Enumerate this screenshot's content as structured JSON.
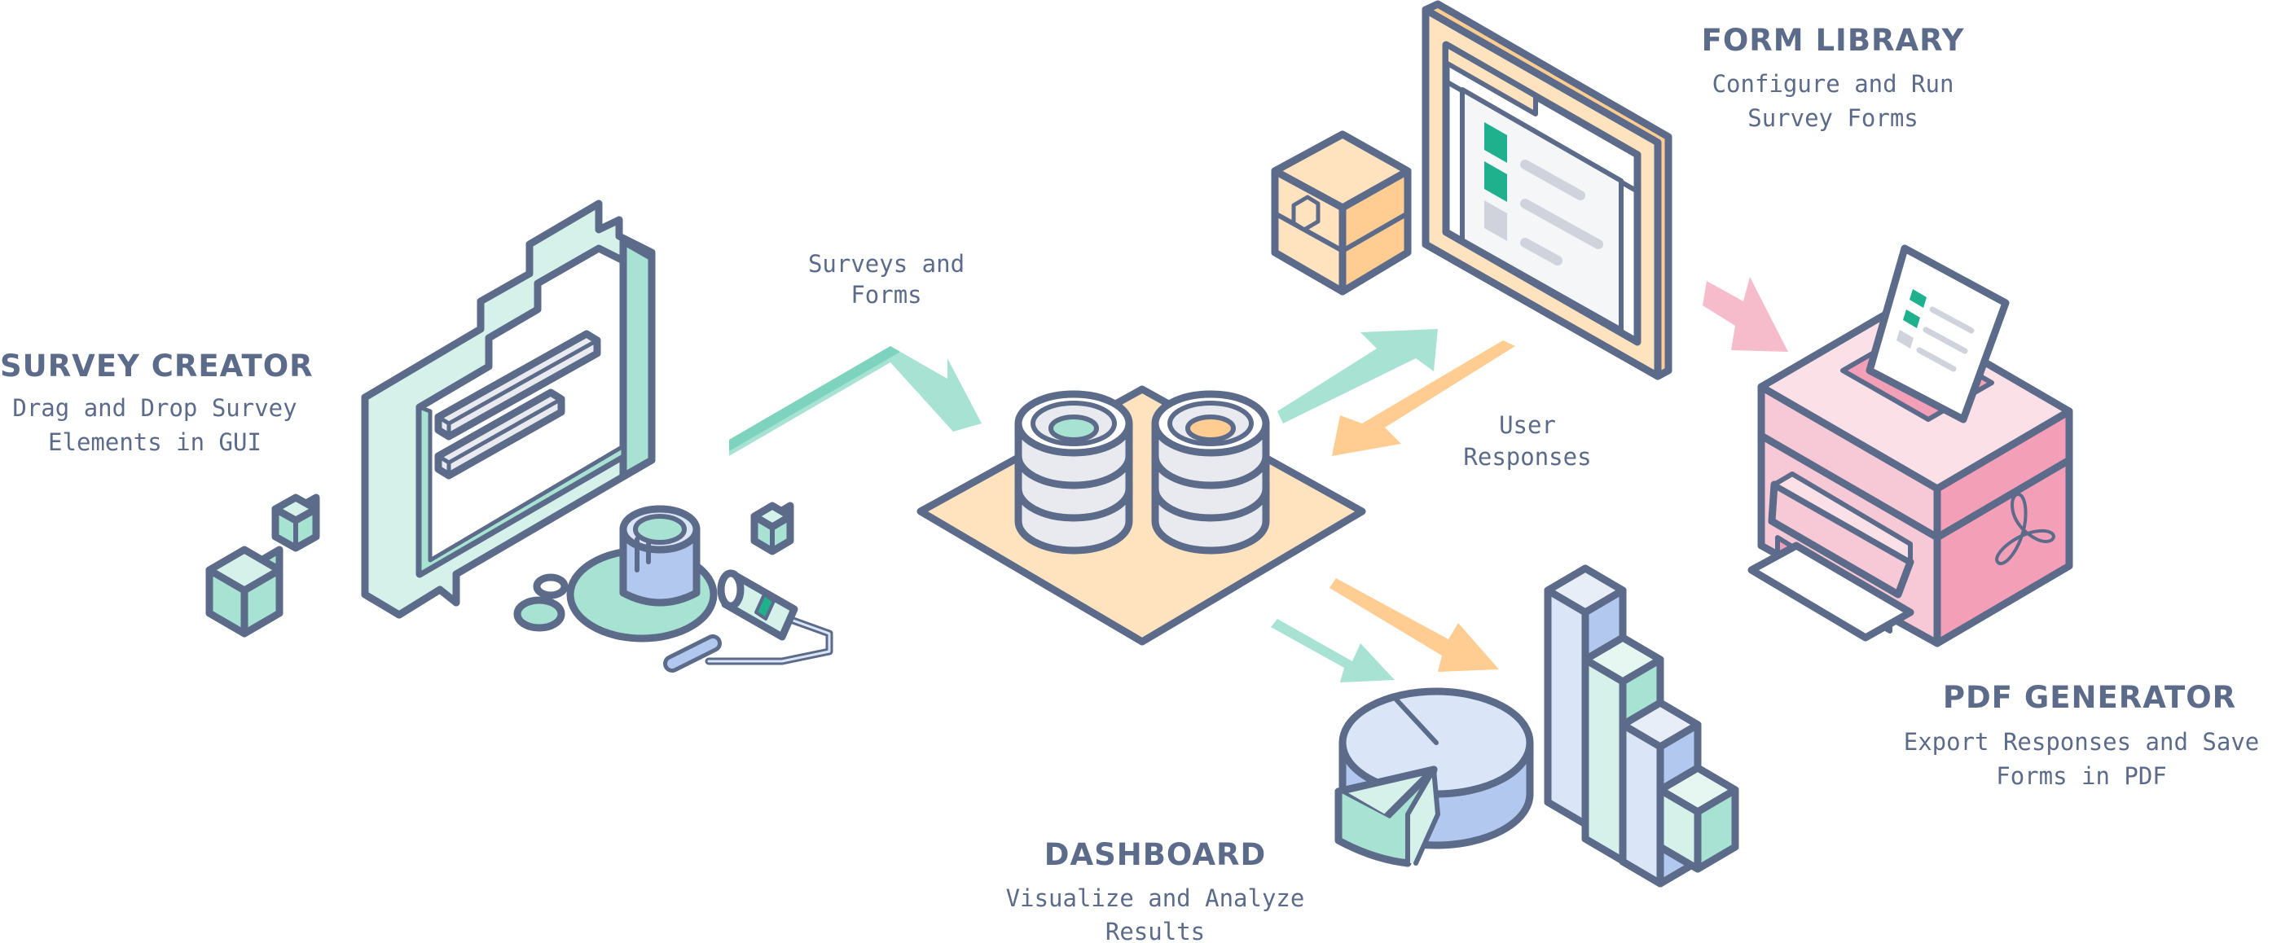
{
  "diagram": {
    "colors": {
      "outline": "#5c6b8a",
      "mint": "#a8e2d3",
      "mint_light": "#d5f1ea",
      "teal": "#1fb18e",
      "peach": "#ffe3bf",
      "orange": "#ffcd91",
      "blue_light": "#dbe5f8",
      "blue": "#b3c8ee",
      "pink": "#f7c9d6",
      "pink_dark": "#f29fb7",
      "gray": "#d0d3dc"
    },
    "nodes": {
      "survey_creator": {
        "title": "SURVEY CREATOR",
        "desc_line1": "Drag and Drop Survey",
        "desc_line2": "Elements in GUI"
      },
      "form_library": {
        "title": "FORM LIBRARY",
        "desc_line1": "Configure and Run",
        "desc_line2": "Survey Forms"
      },
      "pdf_generator": {
        "title": "PDF GENERATOR",
        "desc_line1": "Export Responses and Save",
        "desc_line2": "Forms in PDF"
      },
      "dashboard": {
        "title": "DASHBOARD",
        "desc_line1": "Visualize and Analyze",
        "desc_line2": "Results"
      }
    },
    "edges": {
      "surveys_forms": {
        "line1": "Surveys and",
        "line2": "Forms"
      },
      "user_responses": {
        "line1": "User",
        "line2": "Responses"
      }
    }
  }
}
